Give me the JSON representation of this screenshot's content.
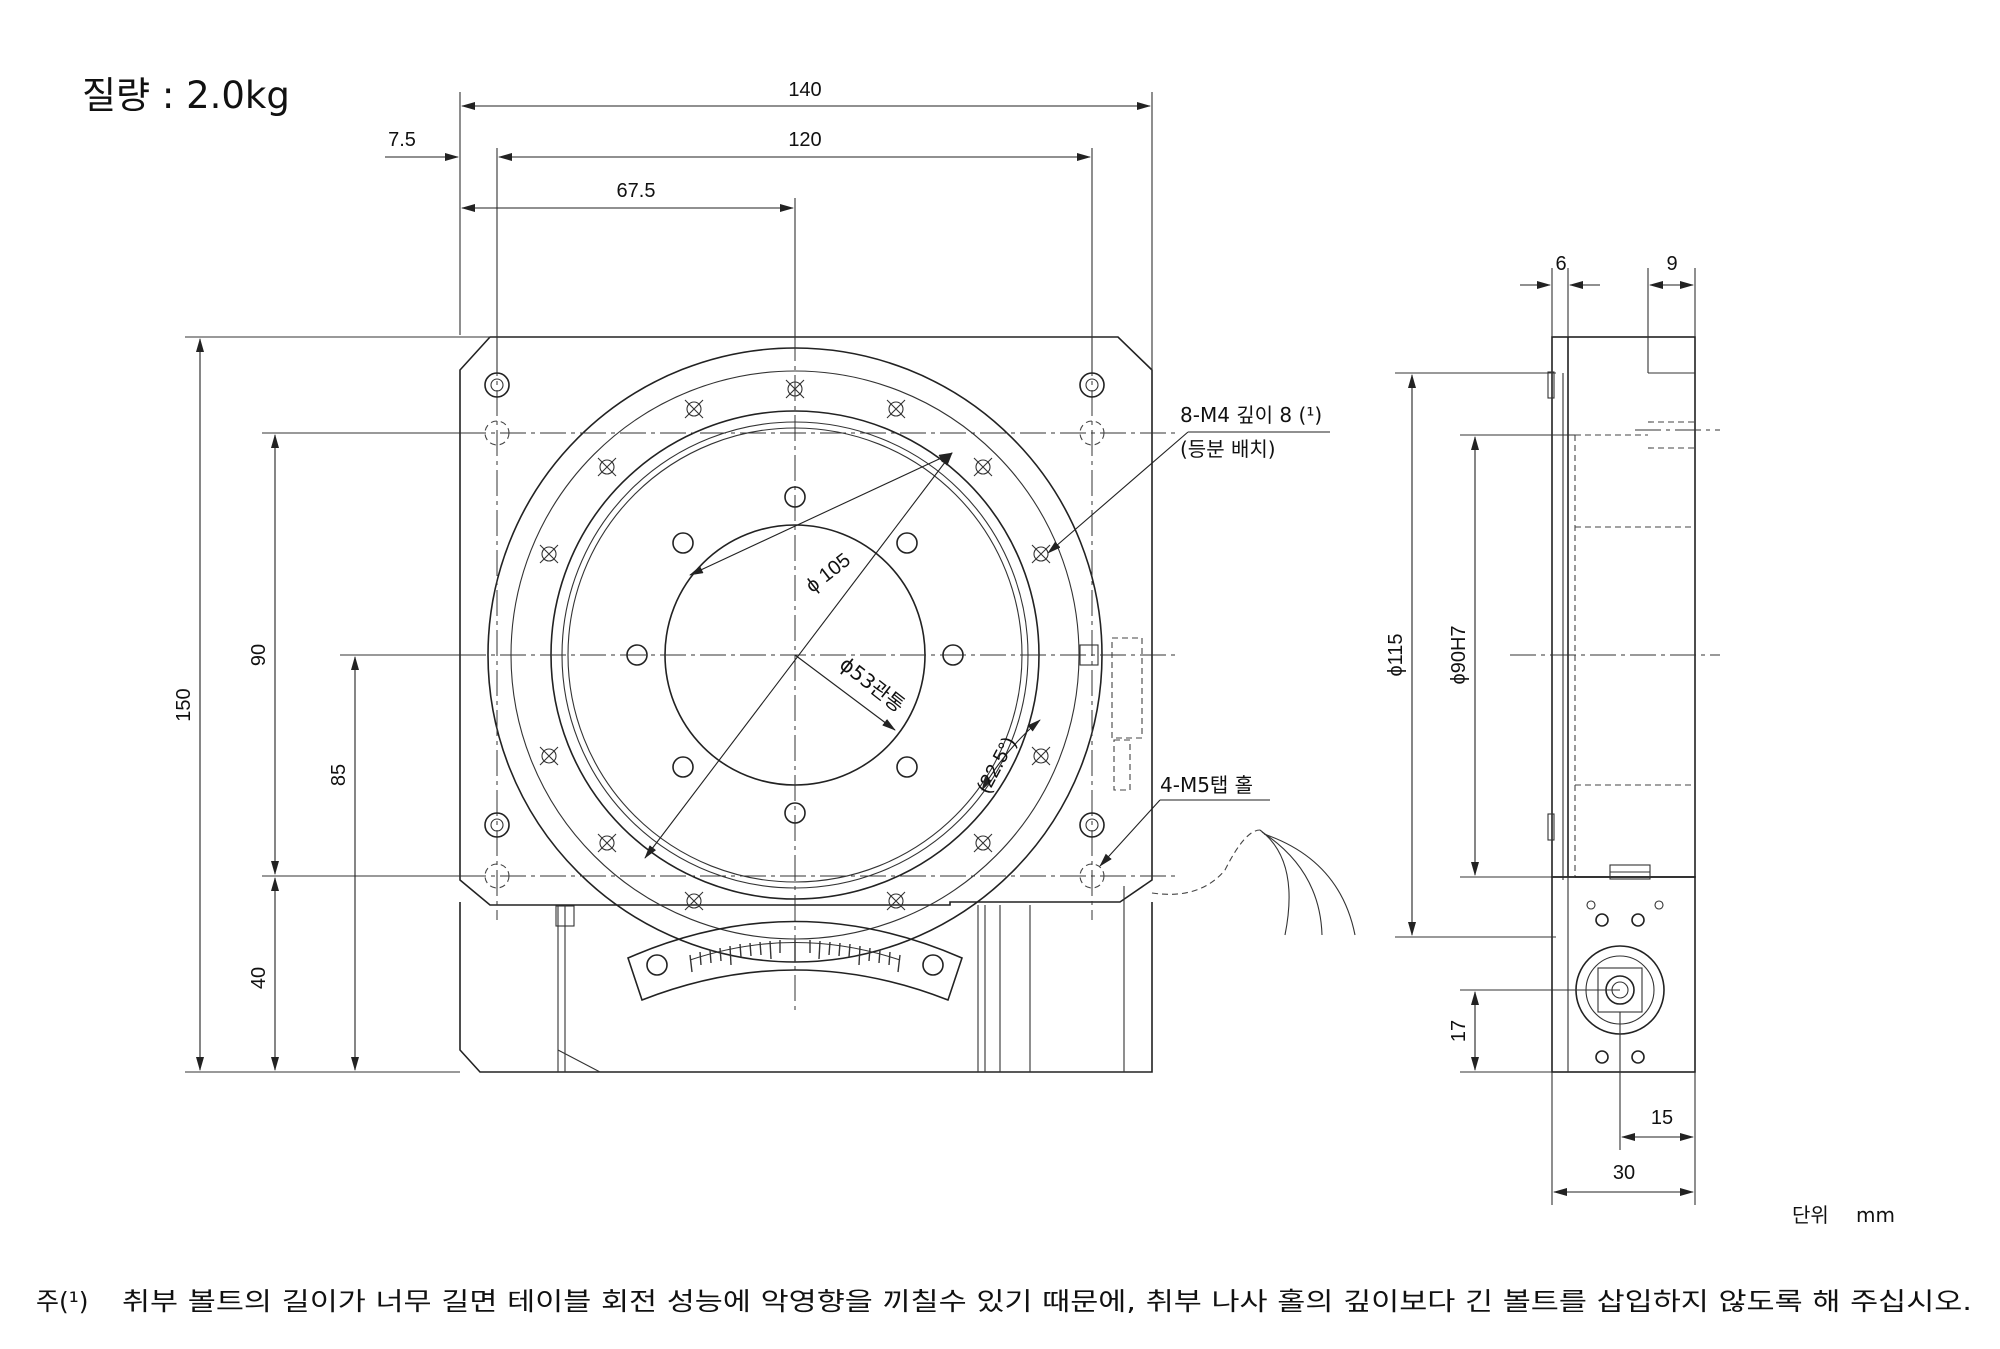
{
  "header": {
    "weight": "질량 : 2.0kg"
  },
  "dimensions": {
    "width_140": "140",
    "width_120": "120",
    "offset_7_5": "7.5",
    "offset_67_5": "67.5",
    "height_150": "150",
    "height_90": "90",
    "height_85": "85",
    "height_40": "40",
    "dia_105": "ϕ 105",
    "dia_53": "ϕ53관통",
    "angle_22_5": "(22.5°)",
    "side_6": "6",
    "side_9": "9",
    "side_dia_115": "ϕ115",
    "side_dia_90h7": "ϕ90H7",
    "side_17": "17",
    "side_15": "15",
    "side_30": "30"
  },
  "labels": {
    "m4_line1": "8-M4 깊이 8 (¹)",
    "m4_line2": "(등분 배치)",
    "m5_tap": "4-M5탭 홀"
  },
  "footer": {
    "unit_label": "단위",
    "unit_value": "mm",
    "note_prefix": "주(¹)",
    "note_text": "취부 볼트의 길이가 너무 길면 테이블 회전 성능에 악영향을 끼칠수 있기 때문에, 취부 나사 홀의 깊이보다 긴 볼트를 삽입하지 않도록 해 주십시오."
  }
}
